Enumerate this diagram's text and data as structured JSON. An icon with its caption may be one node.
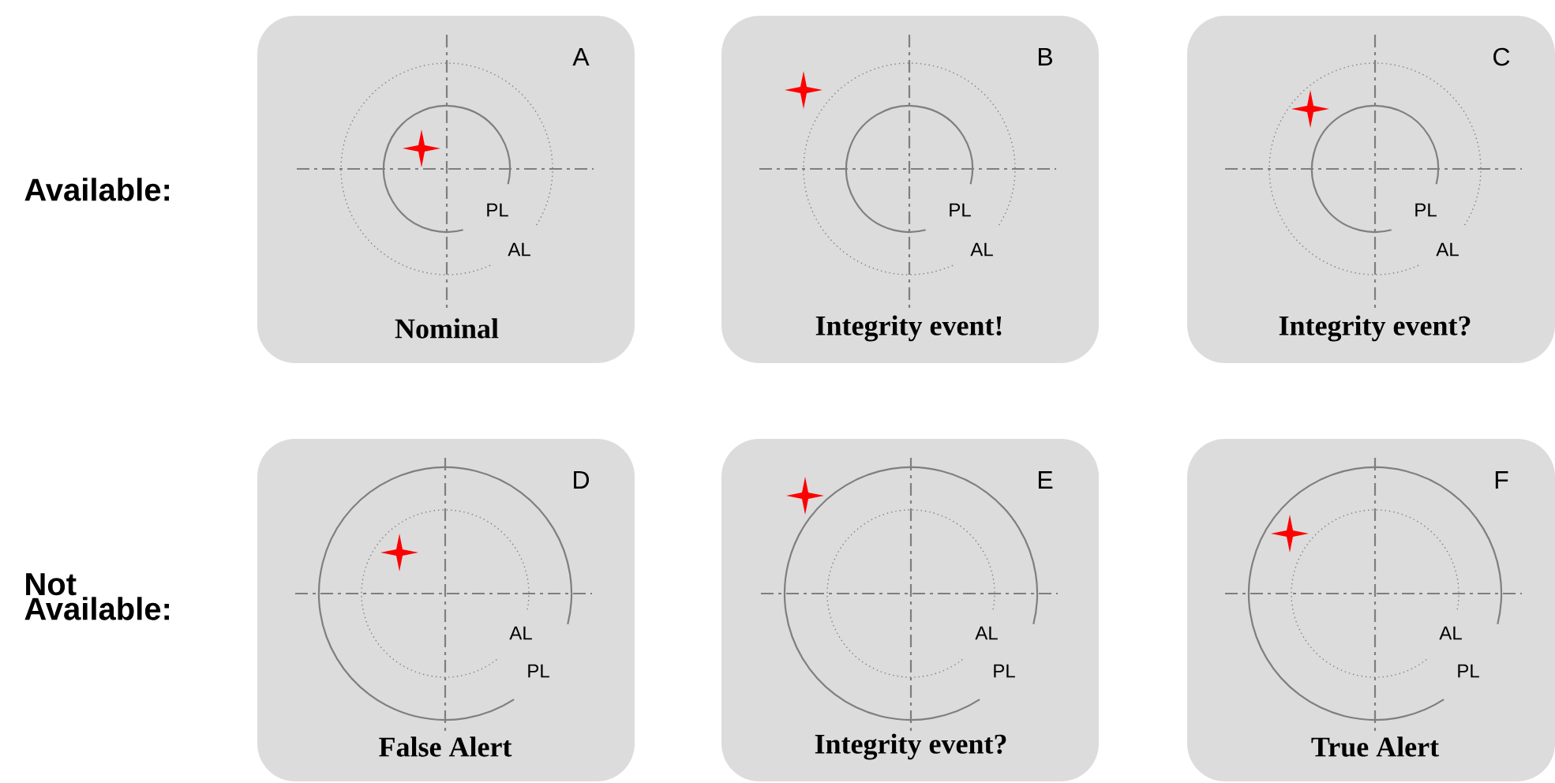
{
  "diagram": {
    "nodes": [
      {
        "text": [
          "A",
          "PL",
          "AL",
          "Nominal"
        ]
      },
      {
        "text": [
          "B",
          "PL",
          "AL",
          "Integrity event!"
        ]
      },
      {
        "text": [
          "C",
          "PL",
          "AL",
          "Integrity event?"
        ]
      },
      {
        "text": [
          "D",
          "AL",
          "PL",
          "False Alert"
        ]
      },
      {
        "text": [
          "E",
          "AL",
          "PL",
          "Integrity event?"
        ]
      },
      {
        "text": [
          "F",
          "AL",
          "PL",
          "True Alert"
        ]
      }
    ],
    "labels": [
      "Available:",
      "Not Available:"
    ]
  }
}
